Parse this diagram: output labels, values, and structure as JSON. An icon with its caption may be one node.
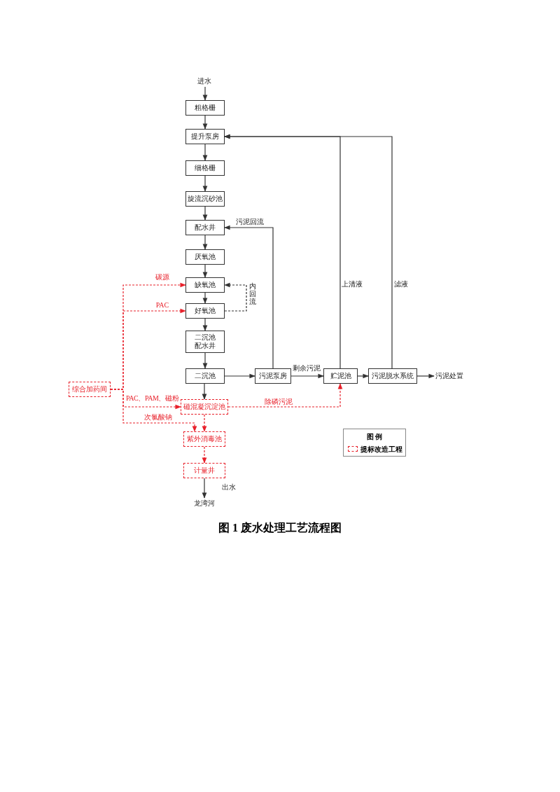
{
  "diagram": {
    "caption": "图 1 废水处理工艺流程图",
    "nodes": [
      {
        "text": [
          "进水"
        ]
      },
      {
        "text": [
          "粗格栅"
        ]
      },
      {
        "text": [
          "提升泵房"
        ]
      },
      {
        "text": [
          "细格栅"
        ]
      },
      {
        "text": [
          "旋流沉砂池"
        ]
      },
      {
        "text": [
          "配水井"
        ]
      },
      {
        "text": [
          "厌氧池"
        ]
      },
      {
        "text": [
          "缺氧池"
        ]
      },
      {
        "text": [
          "好氧池"
        ]
      },
      {
        "text": [
          "二沉池配水井"
        ]
      },
      {
        "text": [
          "二沉池"
        ]
      },
      {
        "text": [
          "污泥泵房"
        ]
      },
      {
        "text": [
          "贮泥池"
        ]
      },
      {
        "text": [
          "污泥脱水系统"
        ]
      },
      {
        "text": [
          "污泥处置"
        ]
      },
      {
        "text": [
          "综合加药间"
        ]
      },
      {
        "text": [
          "磁混凝沉淀池"
        ]
      },
      {
        "text": [
          "紫外消毒池"
        ]
      },
      {
        "text": [
          "计量井"
        ]
      },
      {
        "text": [
          "龙湾河"
        ]
      }
    ],
    "edges": [
      {
        "from": 0,
        "to": 1,
        "arrow": "to"
      },
      {
        "from": 1,
        "to": 2,
        "arrow": "to"
      },
      {
        "from": 2,
        "to": 3,
        "arrow": "to"
      },
      {
        "from": 3,
        "to": 4,
        "arrow": "to"
      },
      {
        "from": 4,
        "to": 5,
        "arrow": "to"
      },
      {
        "from": 5,
        "to": 6,
        "arrow": "to"
      },
      {
        "from": 6,
        "to": 7,
        "arrow": "to"
      },
      {
        "from": 7,
        "to": 8,
        "arrow": "to"
      },
      {
        "from": 8,
        "to": 9,
        "arrow": "to"
      },
      {
        "from": 9,
        "to": 10,
        "arrow": "to"
      },
      {
        "from": 10,
        "to": 16,
        "arrow": "to"
      },
      {
        "from": 16,
        "to": 17,
        "arrow": "to",
        "style": "dashed",
        "color": "#e8202a"
      },
      {
        "from": 17,
        "to": 18,
        "arrow": "to",
        "style": "dashed",
        "color": "#e8202a"
      },
      {
        "from": 18,
        "to": 19,
        "arrow": "to",
        "label": "出水"
      },
      {
        "from": 10,
        "to": 11,
        "arrow": "to"
      },
      {
        "from": 11,
        "to": 12,
        "arrow": "to",
        "label": "剩余污泥"
      },
      {
        "from": 12,
        "to": 13,
        "arrow": "to"
      },
      {
        "from": 13,
        "to": 14,
        "arrow": "to"
      },
      {
        "from": 11,
        "to": 5,
        "arrow": "to",
        "label": "污泥回流"
      },
      {
        "from": 12,
        "to": 2,
        "arrow": "to",
        "label": "上清液"
      },
      {
        "from": 13,
        "to": 2,
        "arrow": "to",
        "label": "滤液"
      },
      {
        "from": 8,
        "to": 7,
        "arrow": "to",
        "label": "内回流",
        "style": "dashed"
      },
      {
        "from": 16,
        "to": 12,
        "arrow": "to",
        "label": "除磷污泥",
        "style": "dashed",
        "color": "#e8202a"
      },
      {
        "from": 15,
        "to": 7,
        "arrow": "to",
        "label": "碳源",
        "style": "dashed",
        "color": "#e8202a"
      },
      {
        "from": 15,
        "to": 8,
        "arrow": "to",
        "label": "PAC",
        "style": "dashed",
        "color": "#e8202a"
      },
      {
        "from": 15,
        "to": 16,
        "arrow": "to",
        "label": "PAC、PAM、磁粉",
        "style": "dashed",
        "color": "#e8202a"
      },
      {
        "from": 15,
        "to": 17,
        "arrow": "to",
        "label": "次氯酸钠",
        "style": "dashed",
        "color": "#e8202a"
      }
    ],
    "labels": [
      "图 例"
    ],
    "legend": [
      {
        "text": "提标改造工程"
      }
    ]
  }
}
